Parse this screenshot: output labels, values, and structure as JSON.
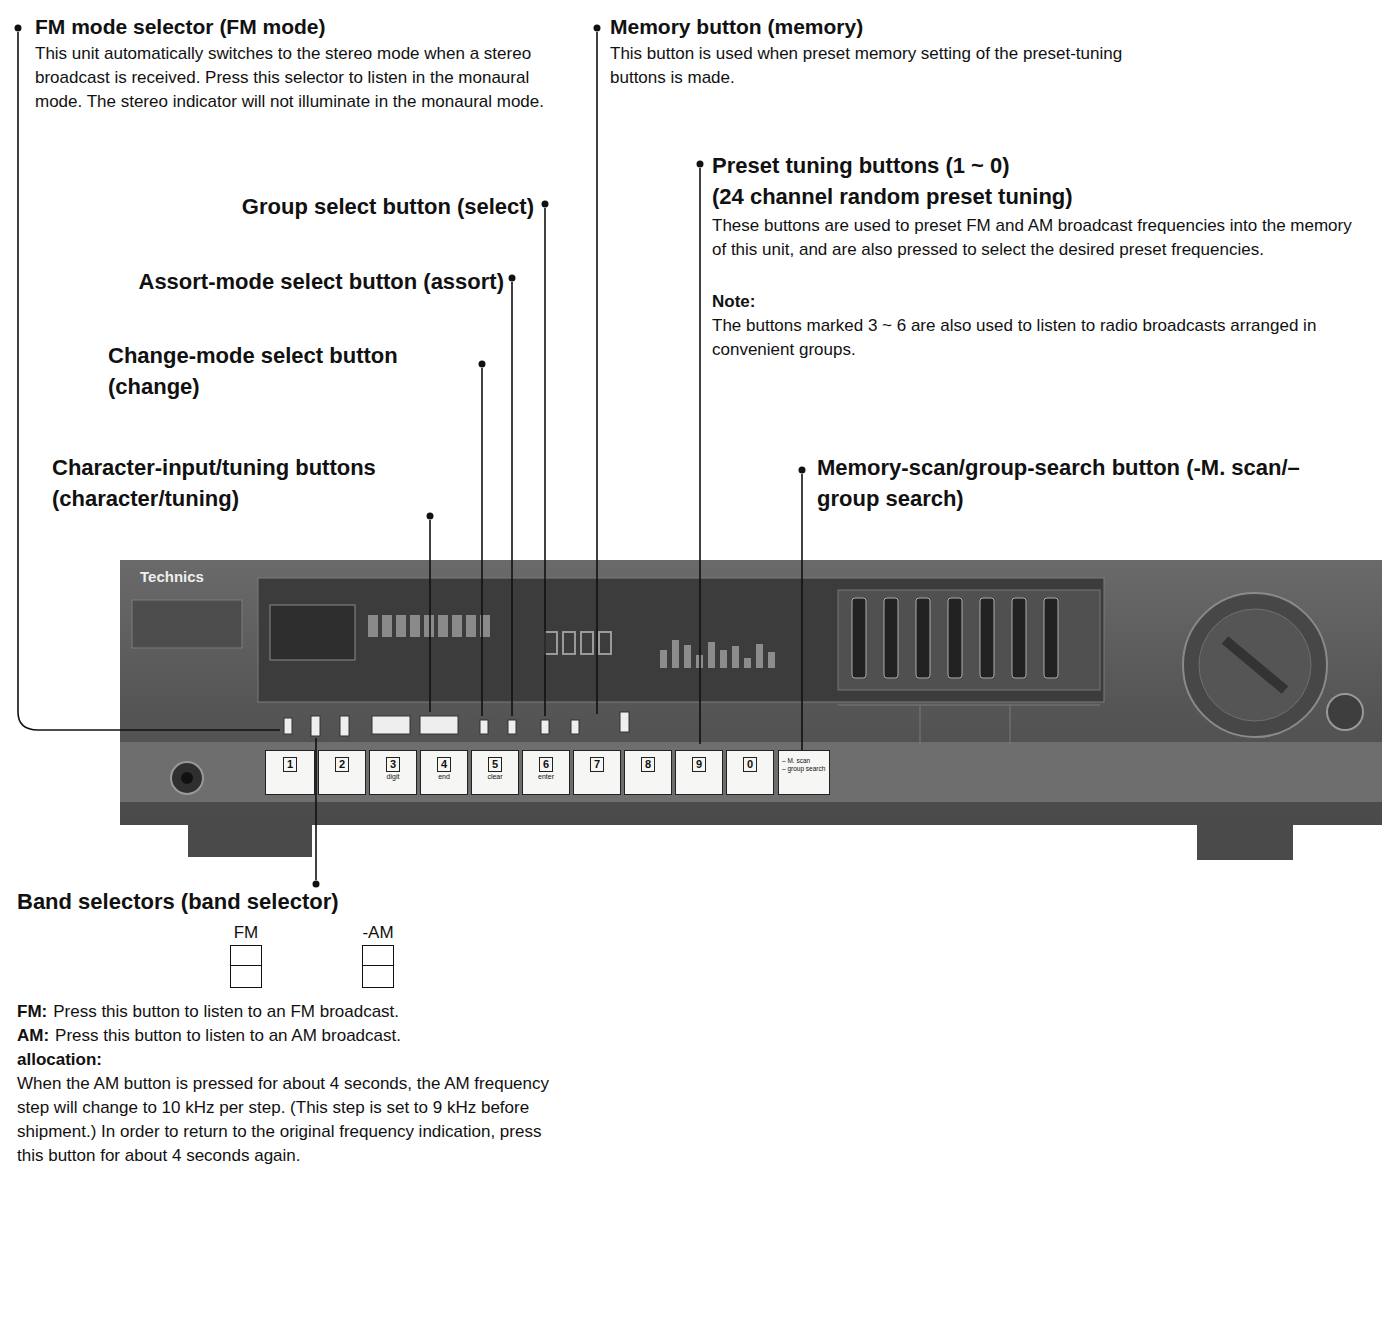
{
  "diagram": {
    "nodes": [
      {
        "text": [
          "1"
        ]
      },
      {
        "text": [
          "2"
        ]
      },
      {
        "text": [
          "3",
          "digit"
        ]
      },
      {
        "text": [
          "4",
          "end"
        ]
      },
      {
        "text": [
          "5",
          "clear"
        ]
      },
      {
        "text": [
          "6",
          "enter"
        ]
      },
      {
        "text": [
          "7"
        ]
      },
      {
        "text": [
          "8"
        ]
      },
      {
        "text": [
          "9"
        ]
      },
      {
        "text": [
          "0"
        ]
      },
      {
        "text": [
          "– M. scan",
          "– group search"
        ]
      },
      {
        "text": [
          "FM"
        ]
      },
      {
        "text": [
          "-AM"
        ]
      }
    ],
    "labels": [
      "FM mode selector (FM mode)",
      "This unit automatically switches to the stereo mode when a stereo broadcast is received. Press this selector to listen in the monaural mode. The stereo indicator will not illuminate in the monaural mode.",
      "Memory button (memory)",
      "This button is used when preset memory setting of the preset-tuning buttons is made.",
      "Group select button (select)",
      "Preset tuning buttons (1 ~ 0)",
      "(24 channel random preset tuning)",
      "These buttons are used to preset FM and AM broadcast frequencies into the memory of this unit, and are also pressed to select the desired preset frequencies.",
      "Note:",
      "The buttons marked 3 ~ 6 are also used to listen to radio broadcasts arranged in convenient groups.",
      "Assort-mode select button (assort)",
      "Change-mode select button (change)",
      "Character-input/tuning buttons (character/tuning)",
      "Memory-scan/group-search button (-M. scan/–group search)",
      "Technics",
      "Band selectors (band selector)",
      "FM:",
      "Press this button to listen to an FM broadcast.",
      "AM:",
      "Press this button to listen to an AM broadcast.",
      "allocation:",
      "When the AM button is pressed for about 4 seconds, the AM frequency step will change to 10 kHz per step. (This step is set to 9 kHz before shipment.) In order to return to the original frequency indication, press this button for about 4 seconds again."
    ]
  }
}
